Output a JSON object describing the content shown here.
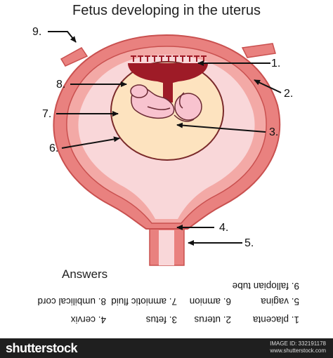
{
  "title": "Fetus developing in the uterus",
  "labels": [
    "1.",
    "2.",
    "3.",
    "4.",
    "5.",
    "6.",
    "7.",
    "8.",
    "9."
  ],
  "answers_heading": "Answers",
  "answers": [
    "1. placenta",
    "2. uterus",
    "3. fetus",
    "4. cervix",
    "5. vagina",
    "6. amnion",
    "7. amniotic fluid",
    "8. umbilical cord",
    "9. fallopian tube"
  ],
  "footer": {
    "brand": "shutterstock",
    "image_id": "IMAGE ID: 332191178",
    "site": "www.shutterstock.com"
  },
  "colors": {
    "uterus_wall": "#e9817f",
    "uterus_outline": "#c9504f",
    "uterus_inner_band": "#f3a9a6",
    "cavity": "#f9d7d9",
    "amniotic_fluid": "#fde3bf",
    "placenta": "#9e1b27",
    "fetus": "#f8c3cf"
  }
}
